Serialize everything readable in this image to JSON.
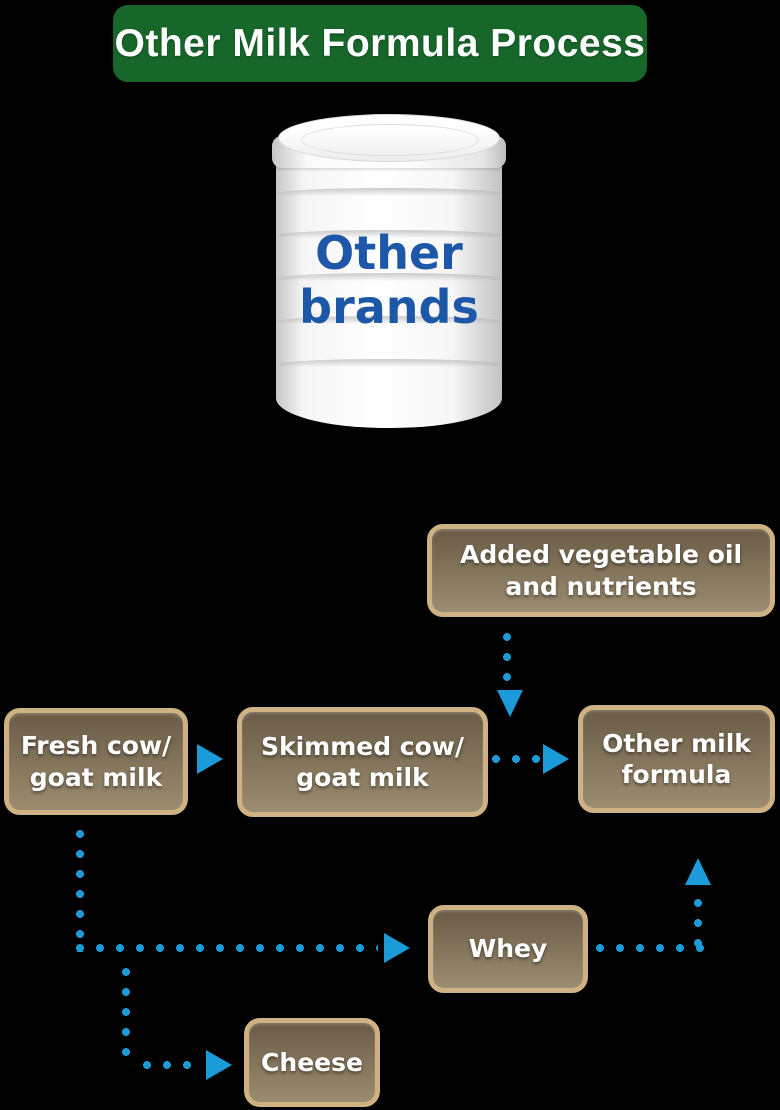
{
  "title": "Other Milk Formula Process",
  "can": {
    "brand_line1": "Other",
    "brand_line2": "brands"
  },
  "flow": {
    "added": {
      "line1": "Added vegetable oil",
      "line2": "and nutrients"
    },
    "fresh": {
      "line1": "Fresh cow/",
      "line2": "goat milk"
    },
    "skimmed": {
      "line1": "Skimmed cow/",
      "line2": "goat milk"
    },
    "formula": {
      "line1": "Other milk",
      "line2": "formula"
    },
    "whey": {
      "label": "Whey"
    },
    "cheese": {
      "label": "Cheese"
    }
  },
  "colors": {
    "background": "#000000",
    "banner-green": "#17672b",
    "banner-text": "#ffffff",
    "box-border": "#cfb284",
    "box-fill-top": "#695b46",
    "box-fill-bottom": "#9c8c70",
    "box-text": "#ffffff",
    "arrow-blue": "#1b9cd8",
    "can-text-blue": "#1d57a8"
  }
}
